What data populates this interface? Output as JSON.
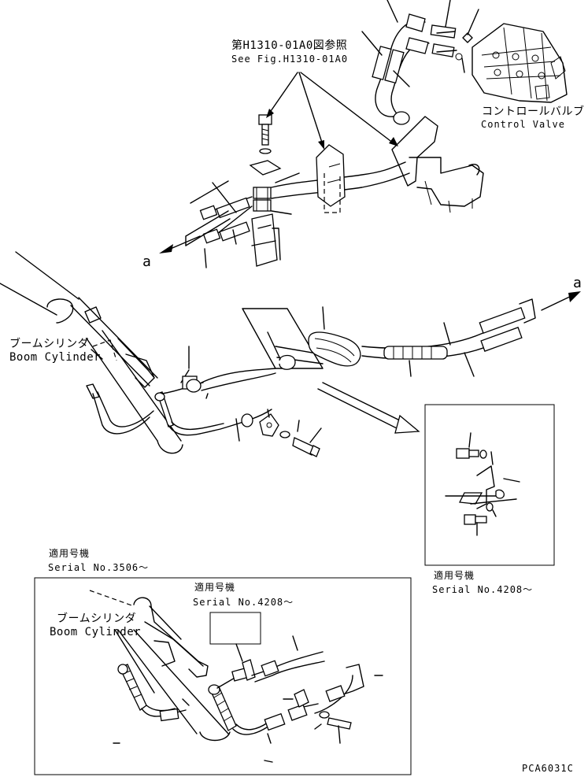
{
  "labels": {
    "ref_jp": "第H1310-01A0図参照",
    "ref_en": "See Fig.H1310-01A0",
    "control_valve_jp": "コントロールバルブ",
    "control_valve_en": "Control Valve",
    "boom_cyl_jp": "ブームシリンダ",
    "boom_cyl_en": "Boom Cylinder",
    "arrow_a_left": "a",
    "arrow_a_right": "a",
    "detail_serial_jp": "適用号機",
    "detail_serial_en": "Serial No.4208～",
    "lower_serial_jp": "適用号機",
    "lower_serial_en": "Serial No.3506～",
    "inner_serial_jp": "適用号機",
    "inner_serial_en": "Serial No.4208～",
    "lower_boom_cyl_jp": "ブームシリンダ",
    "lower_boom_cyl_en": "Boom Cylinder",
    "figure_code": "PCA6031C"
  },
  "colors": {
    "ink": "#000000",
    "paper": "#ffffff"
  }
}
